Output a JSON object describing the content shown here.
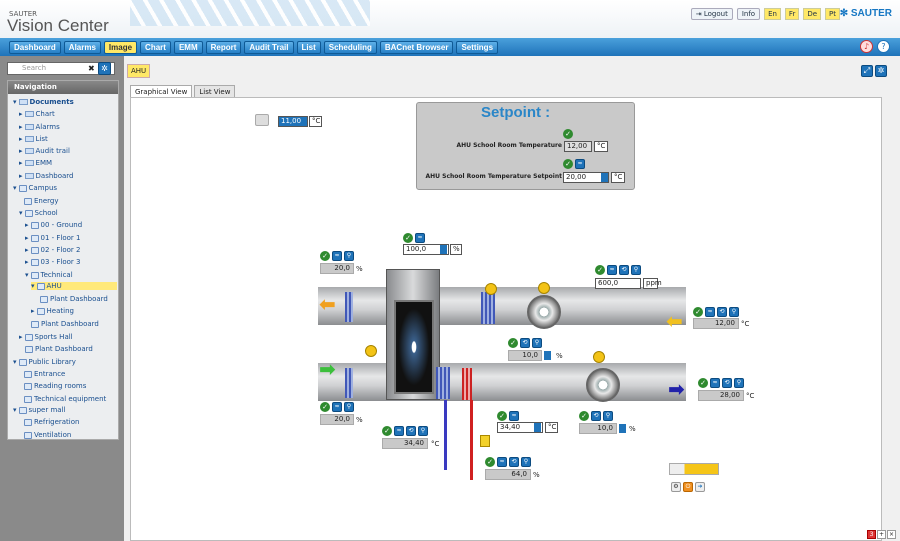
{
  "header": {
    "brand_small": "SAUTER",
    "brand": "Vision Center",
    "logout": "Logout",
    "info": "Info",
    "languages": [
      "En",
      "Fr",
      "De",
      "Pt"
    ],
    "company": "SAUTER"
  },
  "menu": [
    "Dashboard",
    "Alarms",
    "Image",
    "Chart",
    "EMM",
    "Report",
    "Audit Trail",
    "List",
    "Scheduling",
    "BACnet Browser",
    "Settings"
  ],
  "active_menu": "Image",
  "sidebar": {
    "search_placeholder": "Search",
    "nav_title": "Navigation",
    "tree": [
      "Documents",
      "Chart",
      "Alarms",
      "List",
      "Audit trail",
      "EMM",
      "Dashboard",
      "Campus",
      "Energy",
      "School",
      "00 - Ground",
      "01 - Floor 1",
      "02 - Floor 2",
      "03 - Floor 3",
      "Technical",
      "AHU",
      "Plant Dashboard",
      "Heating",
      "Plant Dashboard",
      "Sports Hall",
      "Plant Dashboard",
      "Public Library",
      "Entrance",
      "Reading rooms",
      "Technical equipment",
      "super mall",
      "Refrigeration",
      "Ventilation"
    ]
  },
  "tabs": {
    "object": "AHU",
    "graphical": "Graphical View",
    "list": "List View"
  },
  "setpoint": {
    "title": "Setpoint :",
    "row1_label": "AHU School Room Temperature",
    "row1_value": "12,00",
    "row1_unit": "°C",
    "row2_label": "AHU School Room Temperature Setpoint",
    "row2_value": "20,00",
    "row2_unit": "°C"
  },
  "topleft": {
    "value": "11,00",
    "unit": "°C"
  },
  "values": {
    "v1": "20,0",
    "v1u": "%",
    "v2": "100,0",
    "v2u": "%",
    "v3": "600,0",
    "v3u": "ppm",
    "v4": "12,00",
    "v4u": "°C",
    "v5": "10,0",
    "v5u": "%",
    "v6": "28,00",
    "v6u": "°C",
    "v7": "20,0",
    "v7u": "%",
    "v8": "34,40",
    "v8u": "°C",
    "v9": "34,40",
    "v9u": "°C",
    "v10": "10,0",
    "v10u": "%",
    "v11": "64,0",
    "v11u": "%"
  },
  "corner": {
    "count": "3",
    "plus": "+",
    "close": "×"
  }
}
